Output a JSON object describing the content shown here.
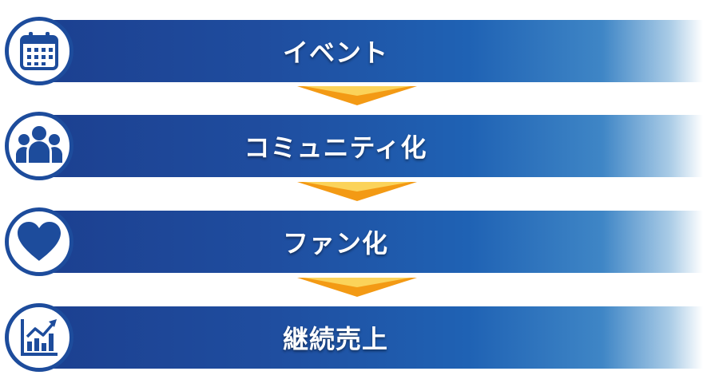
{
  "steps": [
    {
      "label": "イベント",
      "icon": "calendar-icon"
    },
    {
      "label": "コミュニティ化",
      "icon": "community-icon"
    },
    {
      "label": "ファン化",
      "icon": "heart-icon"
    },
    {
      "label": "継続売上",
      "icon": "growth-chart-icon"
    }
  ],
  "colors": {
    "band_start": "#1c3f8f",
    "band_end": "#a9cbe6",
    "icon_blue": "#1d4c9c",
    "arrow_orange": "#f39a14"
  }
}
